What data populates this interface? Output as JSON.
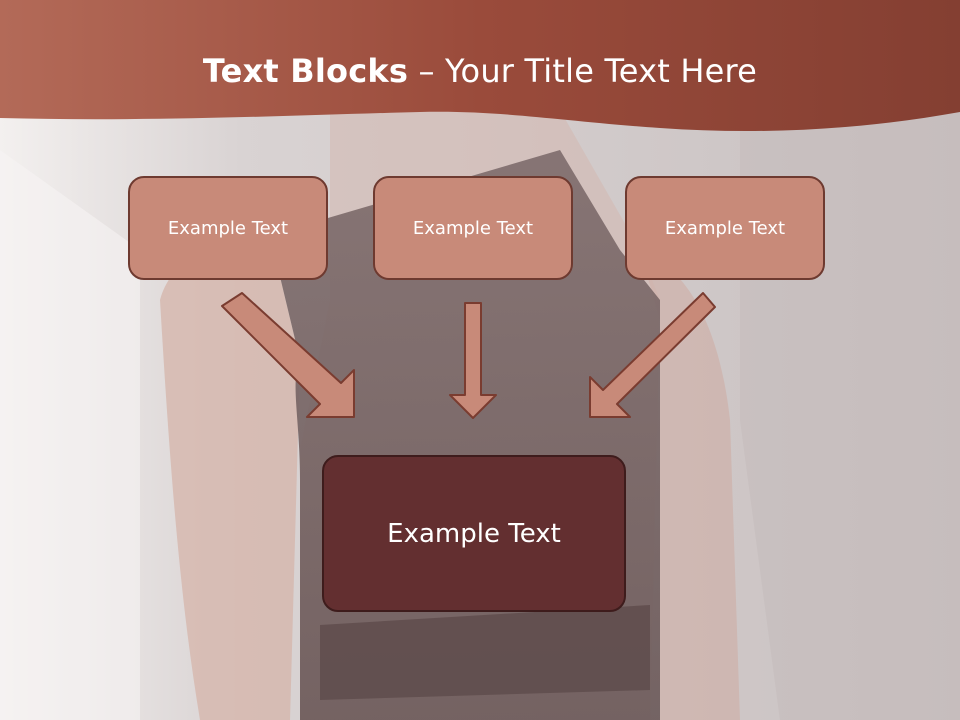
{
  "title": {
    "bold": "Text Blocks",
    "rest": " – Your Title Text Here"
  },
  "boxes": {
    "top_left": "Example Text",
    "top_center": "Example Text",
    "top_right": "Example Text",
    "bottom": "Example Text"
  },
  "colors": {
    "header": "#a4513f",
    "box_fill": "#c88a79",
    "box_border": "#6e3a30",
    "bottom_box_fill": "#632f30",
    "arrow_fill": "#c88a79",
    "arrow_stroke": "#7a3c30"
  }
}
